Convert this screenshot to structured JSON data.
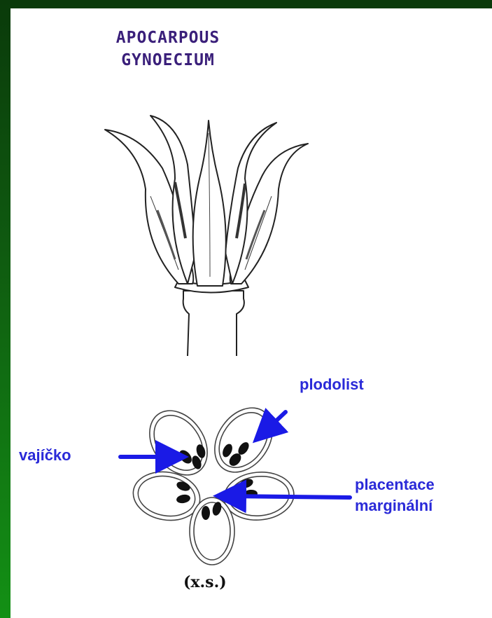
{
  "title": {
    "line1": "APOCARPOUS",
    "line2": "GYNOECIUM"
  },
  "labels": {
    "carpel": "plodolist",
    "ovule": "vajíčko",
    "placentation_line1": "placentace",
    "placentation_line2": "marginální"
  },
  "caption": "(x.s.)",
  "colors": {
    "background_green": "#0f6a10",
    "title_purple": "#3a1f7a",
    "label_blue": "#2a2ad8",
    "arrow_blue": "#1a1ae6"
  }
}
